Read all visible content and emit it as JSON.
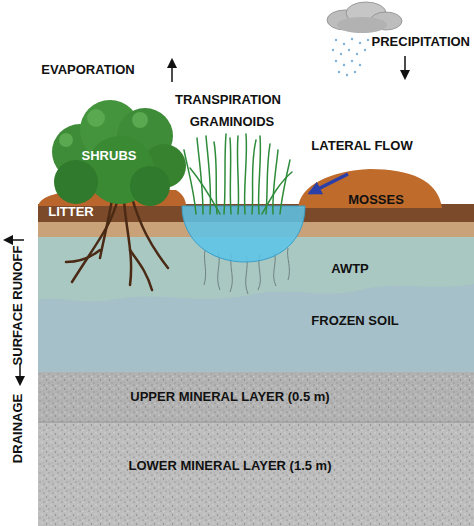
{
  "diagram": {
    "nodes": [
      {
        "text": [
          "SHRUBS"
        ]
      },
      {
        "text": [
          "MOSSES"
        ]
      },
      {
        "text": [
          "LITTER"
        ]
      },
      {
        "text": [
          "AWTP"
        ]
      },
      {
        "text": [
          "FROZEN SOIL"
        ]
      },
      {
        "text": [
          "UPPER MINERAL LAYER (0.5 m)"
        ]
      },
      {
        "text": [
          "LOWER MINERAL LAYER (1.5 m)"
        ]
      }
    ],
    "labels": [
      "PRECIPITATION",
      "EVAPORATION",
      "TRANSPIRATION",
      "GRAMINOIDS",
      "LATERAL FLOW",
      "SURFACE RUNOFF",
      "DRAINAGE"
    ]
  }
}
